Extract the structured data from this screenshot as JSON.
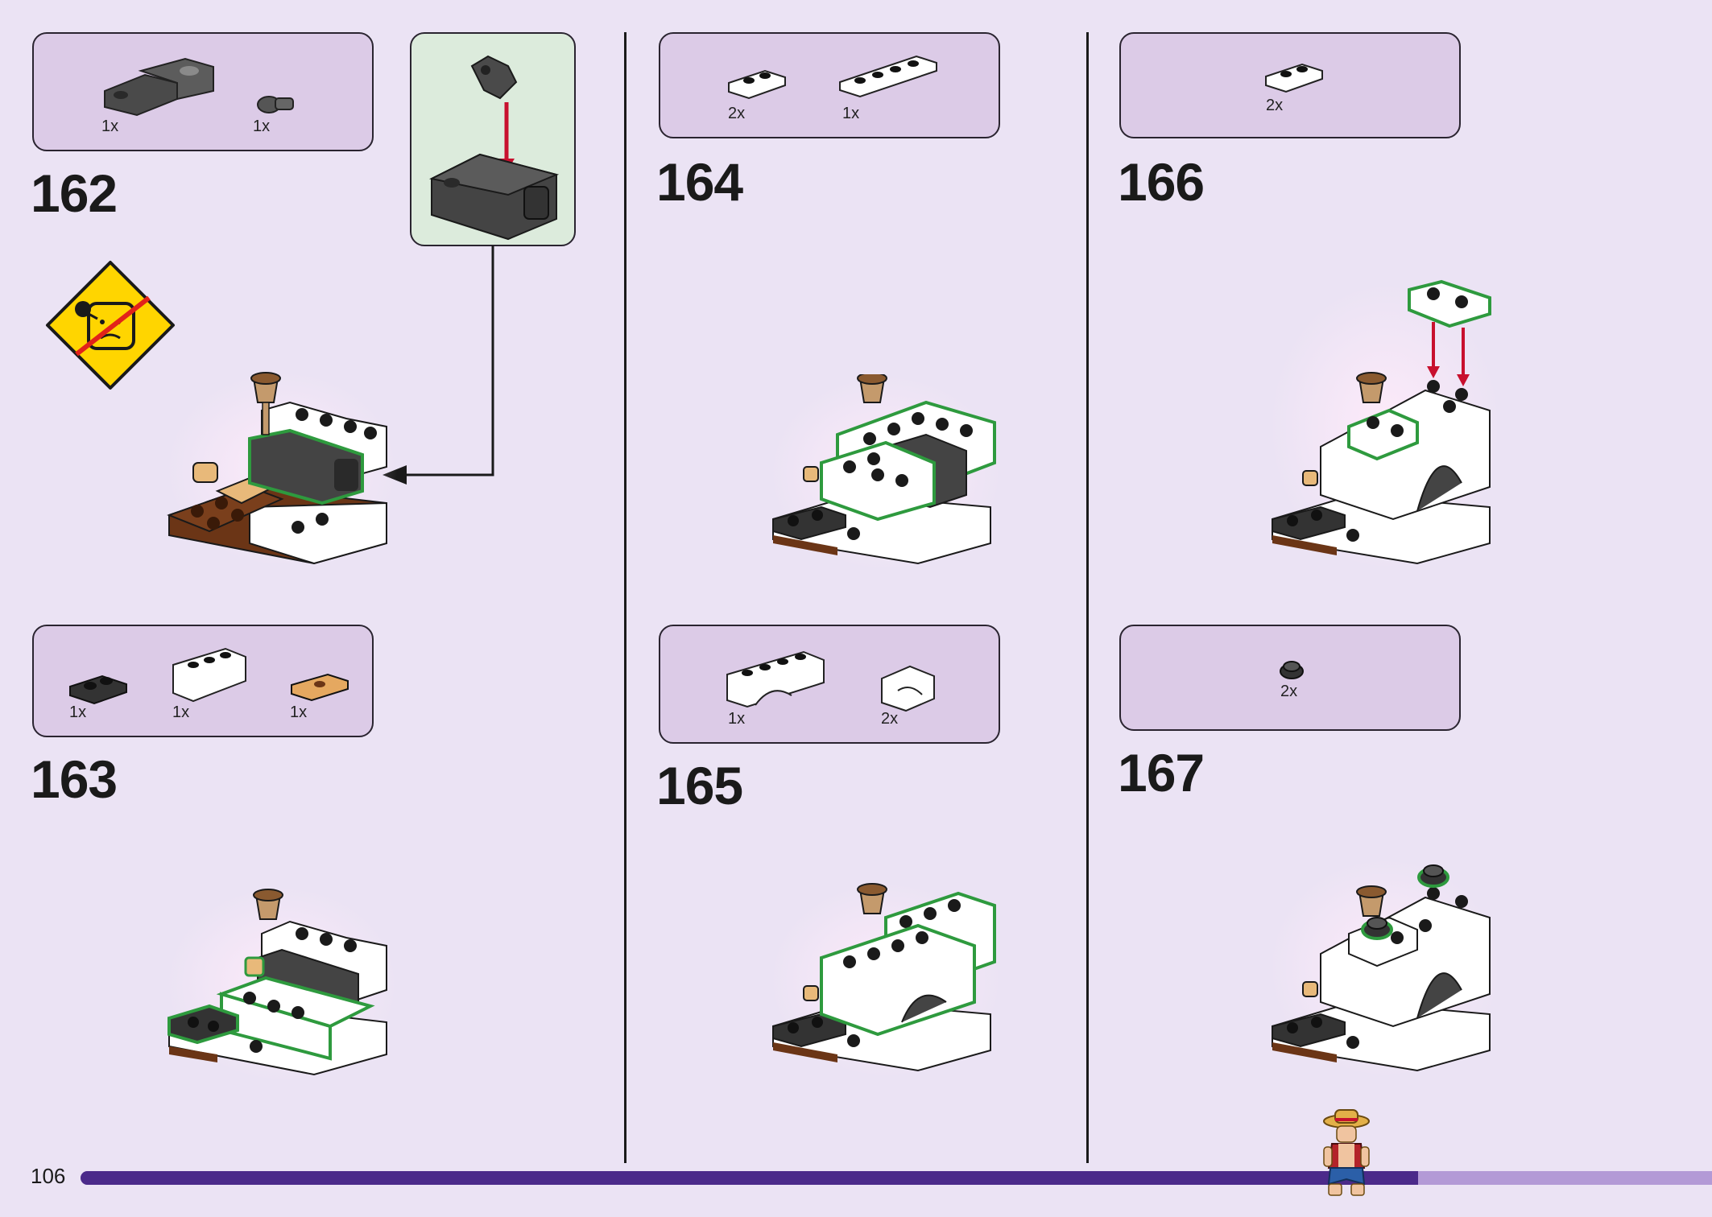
{
  "page": {
    "number": "106",
    "progress_percent": 82
  },
  "colors": {
    "background": "#ebe3f4",
    "callout_fill": "#dccbe7",
    "subassembly_fill": "#dcebdc",
    "progress_done": "#4b2a8a",
    "progress_remaining": "#b39ad6",
    "highlight": "#2e9a3e",
    "arrow": "#c8102e",
    "warning": "#ffd500"
  },
  "steps": [
    {
      "number": "162",
      "parts": [
        {
          "qty": "1x",
          "icon": "dark-gray-bracket-piece"
        },
        {
          "qty": "1x",
          "icon": "dark-gray-clip-piece"
        }
      ]
    },
    {
      "number": "163",
      "parts": [
        {
          "qty": "1x",
          "icon": "black-plate-1x2"
        },
        {
          "qty": "1x",
          "icon": "white-brick-1x3"
        },
        {
          "qty": "1x",
          "icon": "tan-tile-jumper"
        }
      ]
    },
    {
      "number": "164",
      "parts": [
        {
          "qty": "2x",
          "icon": "white-plate-1x2"
        },
        {
          "qty": "1x",
          "icon": "white-plate-1x4"
        }
      ]
    },
    {
      "number": "165",
      "parts": [
        {
          "qty": "1x",
          "icon": "white-arch-1x4"
        },
        {
          "qty": "2x",
          "icon": "white-slope-brick"
        }
      ]
    },
    {
      "number": "166",
      "parts": [
        {
          "qty": "2x",
          "icon": "white-plate-1x2"
        }
      ]
    },
    {
      "number": "167",
      "parts": [
        {
          "qty": "2x",
          "icon": "dark-gray-round-plate"
        }
      ]
    }
  ],
  "icons": {
    "warning": "no-face-hit-warning-icon",
    "minifigure": "minifigure-straw-hat-icon"
  }
}
